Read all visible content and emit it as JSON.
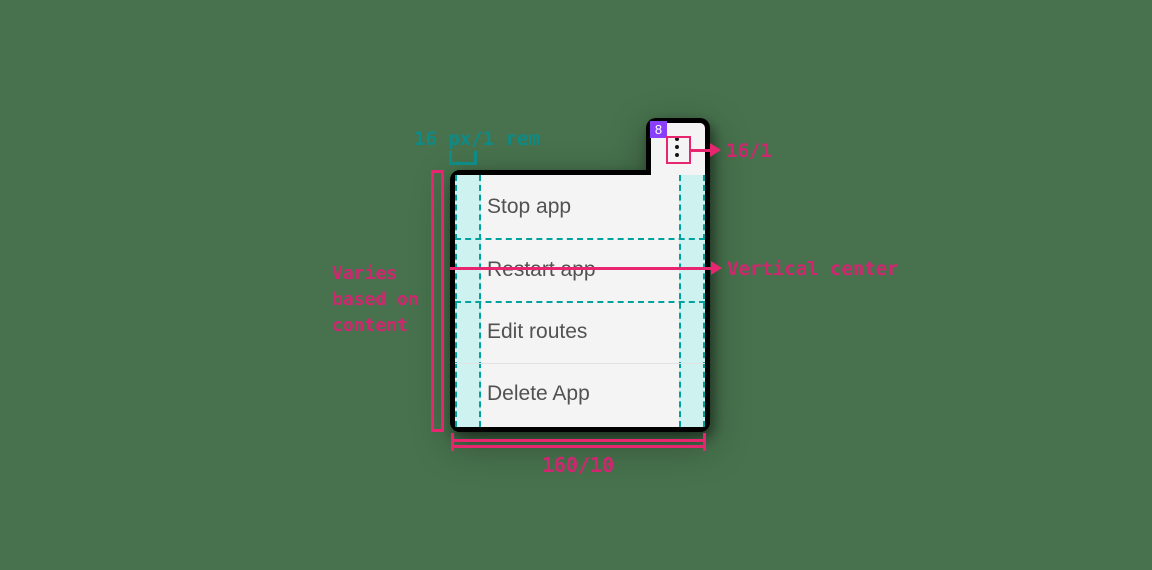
{
  "canvas": {
    "background_color": "#47724d"
  },
  "overflow_button": {
    "badge": "8",
    "icon": "kebab-vertical-dots"
  },
  "menu": {
    "items": [
      {
        "label": "Stop app"
      },
      {
        "label": "Restart app"
      },
      {
        "label": "Edit routes"
      },
      {
        "label": "Delete App"
      }
    ]
  },
  "annotations": {
    "padding_label": "16 px/1 rem",
    "button_size_label": "16/1",
    "vertical_center_label": "Vertical center",
    "height_label_lines": [
      "Varies",
      "based on",
      "content"
    ],
    "width_label": "160/10",
    "colors": {
      "pink": "#d02670",
      "pink_line": "#e8256f",
      "teal": "#0e8a87",
      "teal_dash": "#00a2a0",
      "teal_fill": "#cdf2f0",
      "purple_badge": "#8a3ffc",
      "menu_background": "#f4f4f4",
      "menu_text": "#525252"
    }
  }
}
